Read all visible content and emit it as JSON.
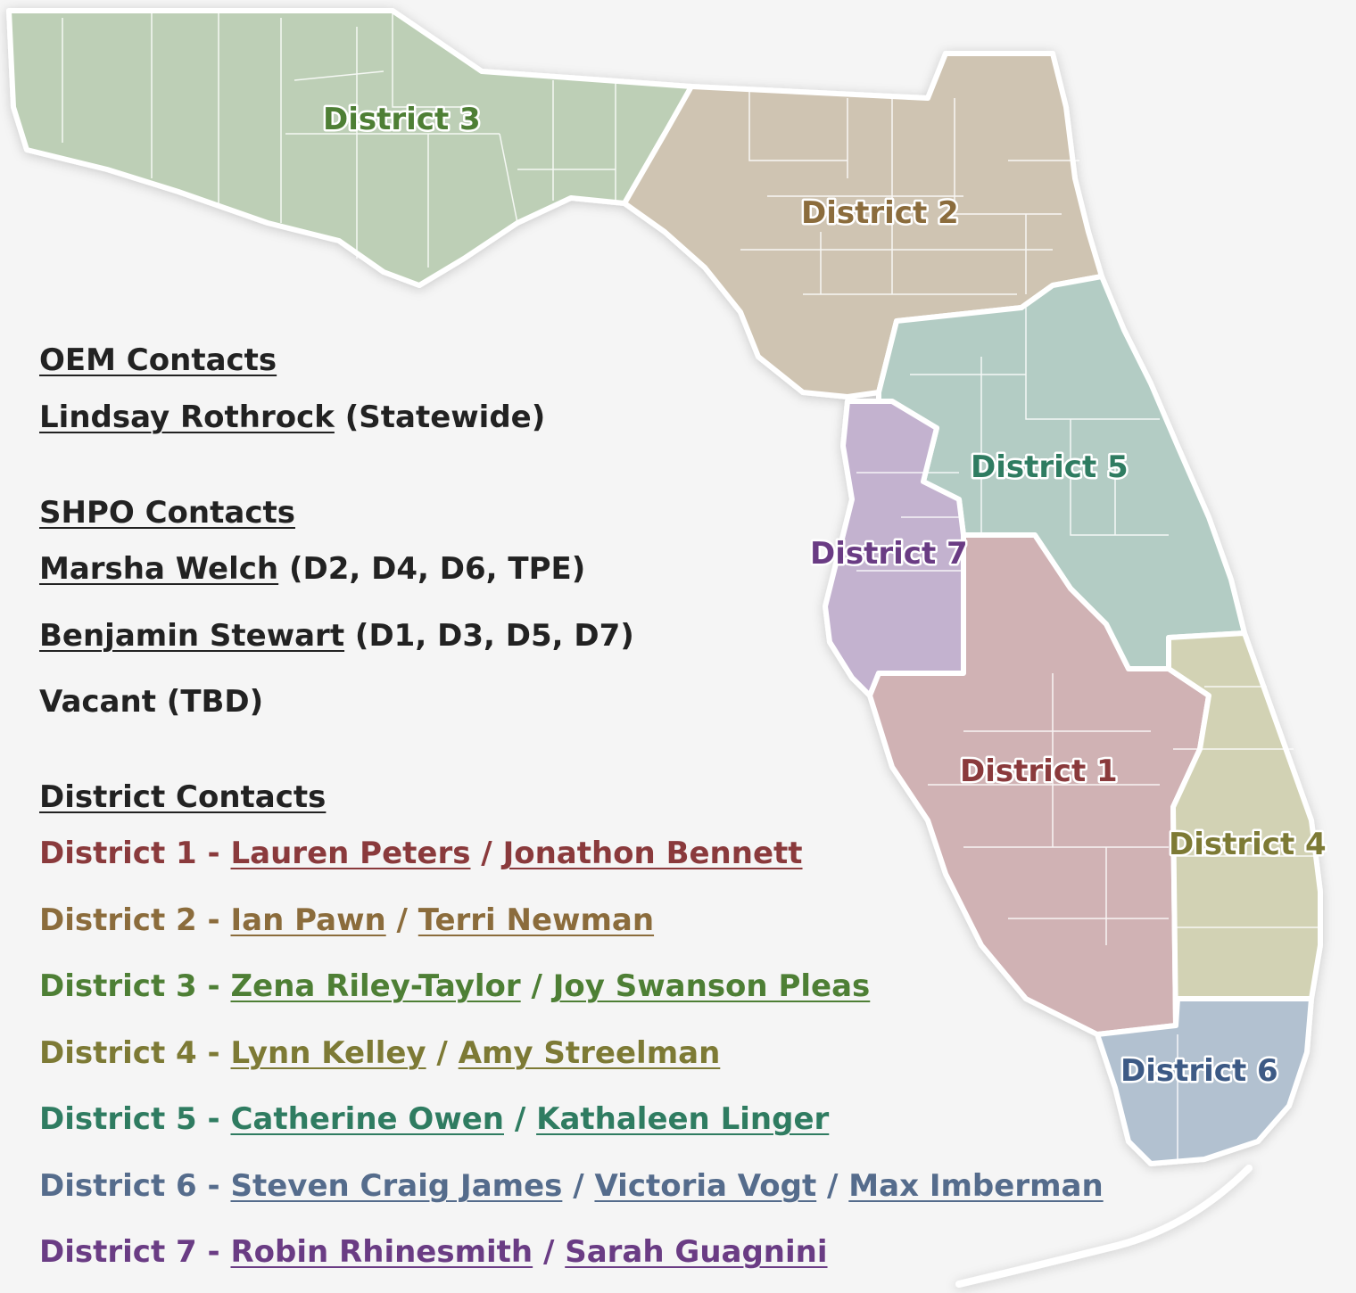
{
  "map": {
    "district_labels": [
      {
        "id": "d1",
        "text": "District 1",
        "color": "#8a3a3c"
      },
      {
        "id": "d2",
        "text": "District 2",
        "color": "#8b6c3c"
      },
      {
        "id": "d3",
        "text": "District 3",
        "color": "#4e7f35"
      },
      {
        "id": "d4",
        "text": "District 4",
        "color": "#7d7a35"
      },
      {
        "id": "d5",
        "text": "District 5",
        "color": "#2f7c61"
      },
      {
        "id": "d6",
        "text": "District 6",
        "color": "#3d5a85"
      },
      {
        "id": "d7",
        "text": "District 7",
        "color": "#6a3c84"
      }
    ],
    "district_fills": {
      "d1": "#d0b2b4",
      "d2": "#cfc4b2",
      "d3": "#bdcfb6",
      "d4": "#d2d2b4",
      "d5": "#b3ccc4",
      "d6": "#b2c1d0",
      "d7": "#c3b2cf"
    }
  },
  "oem": {
    "heading": "OEM Contacts",
    "contact_name": "Lindsay Rothrock",
    "contact_role": "(Statewide)"
  },
  "shpo": {
    "heading": "SHPO Contacts",
    "contacts": [
      {
        "name": "Marsha Welch",
        "scope": "(D2, D4, D6, TPE)"
      },
      {
        "name": "Benjamin Stewart",
        "scope": "(D1, D3, D5, D7)"
      }
    ],
    "vacant": "Vacant (TBD)"
  },
  "district_contacts": {
    "heading": "District Contacts",
    "separator": "/",
    "rows": [
      {
        "label": "District 1 -",
        "color": "#8a3a3c",
        "names": [
          "Lauren Peters",
          "Jonathon Bennett"
        ]
      },
      {
        "label": "District 2 -",
        "color": "#8b6c3c",
        "names": [
          "Ian Pawn",
          "Terri Newman"
        ]
      },
      {
        "label": "District 3 -",
        "color": "#4e7f35",
        "names": [
          "Zena Riley-Taylor",
          "Joy Swanson Pleas"
        ]
      },
      {
        "label": "District 4 -",
        "color": "#7d7a35",
        "names": [
          "Lynn Kelley",
          "Amy Streelman"
        ]
      },
      {
        "label": "District 5 -",
        "color": "#2f7c61",
        "names": [
          "Catherine Owen",
          "Kathaleen Linger"
        ]
      },
      {
        "label": "District 6 -",
        "color": "#556c8c",
        "names": [
          "Steven Craig James",
          "Victoria Vogt",
          "Max Imberman"
        ]
      },
      {
        "label": "District 7 -",
        "color": "#6a3c84",
        "names": [
          "Robin Rhinesmith",
          "Sarah Guagnini"
        ]
      }
    ]
  }
}
